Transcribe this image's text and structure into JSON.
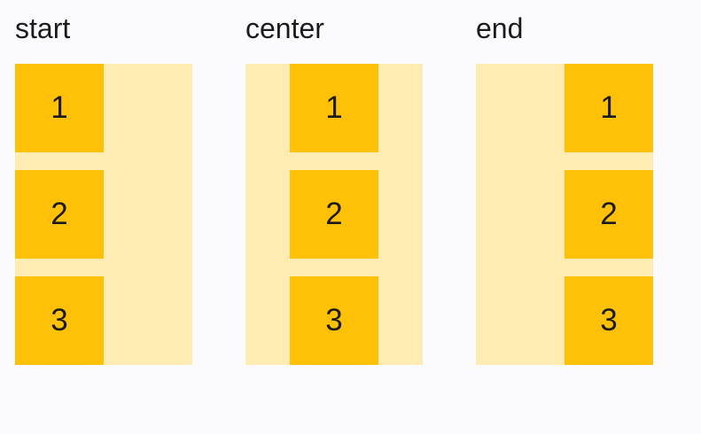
{
  "colors": {
    "container": "#ffecb3",
    "item": "#ffc107",
    "text": "#1b1b1b",
    "background": "#fbfbfe"
  },
  "groups": [
    {
      "label": "start",
      "alignment": "start",
      "items": [
        "1",
        "2",
        "3"
      ]
    },
    {
      "label": "center",
      "alignment": "center",
      "items": [
        "1",
        "2",
        "3"
      ]
    },
    {
      "label": "end",
      "alignment": "end",
      "items": [
        "1",
        "2",
        "3"
      ]
    }
  ]
}
